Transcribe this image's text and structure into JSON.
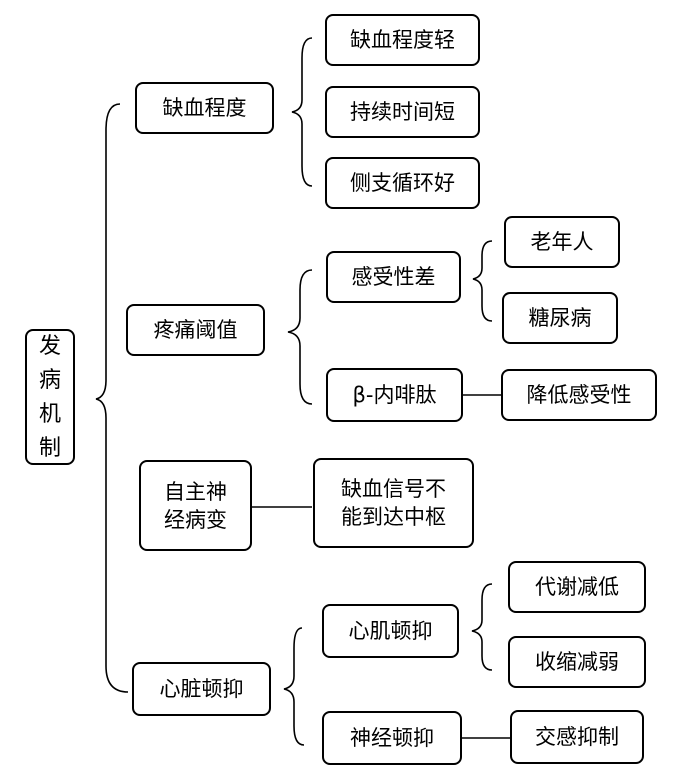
{
  "root": {
    "chars": [
      "发",
      "病",
      "机",
      "制"
    ]
  },
  "branches": {
    "ischemia": {
      "label": "缺血程度",
      "children": [
        "缺血程度轻",
        "持续时间短",
        "侧支循环好"
      ]
    },
    "pain_threshold": {
      "label": "疼痛阈值",
      "sensory": {
        "label": "感受性差",
        "children": [
          "老年人",
          "糖尿病"
        ]
      },
      "endorphin": {
        "label": "β-内啡肽",
        "effect": "降低感受性"
      }
    },
    "autonomic": {
      "label_lines": [
        "自主神",
        "经病变"
      ],
      "effect_lines": [
        "缺血信号不",
        "能到达中枢"
      ]
    },
    "stunning": {
      "label": "心脏顿抑",
      "myocardial": {
        "label": "心肌顿抑",
        "children": [
          "代谢减低",
          "收缩减弱"
        ]
      },
      "neural": {
        "label": "神经顿抑",
        "effect": "交感抑制"
      }
    }
  }
}
